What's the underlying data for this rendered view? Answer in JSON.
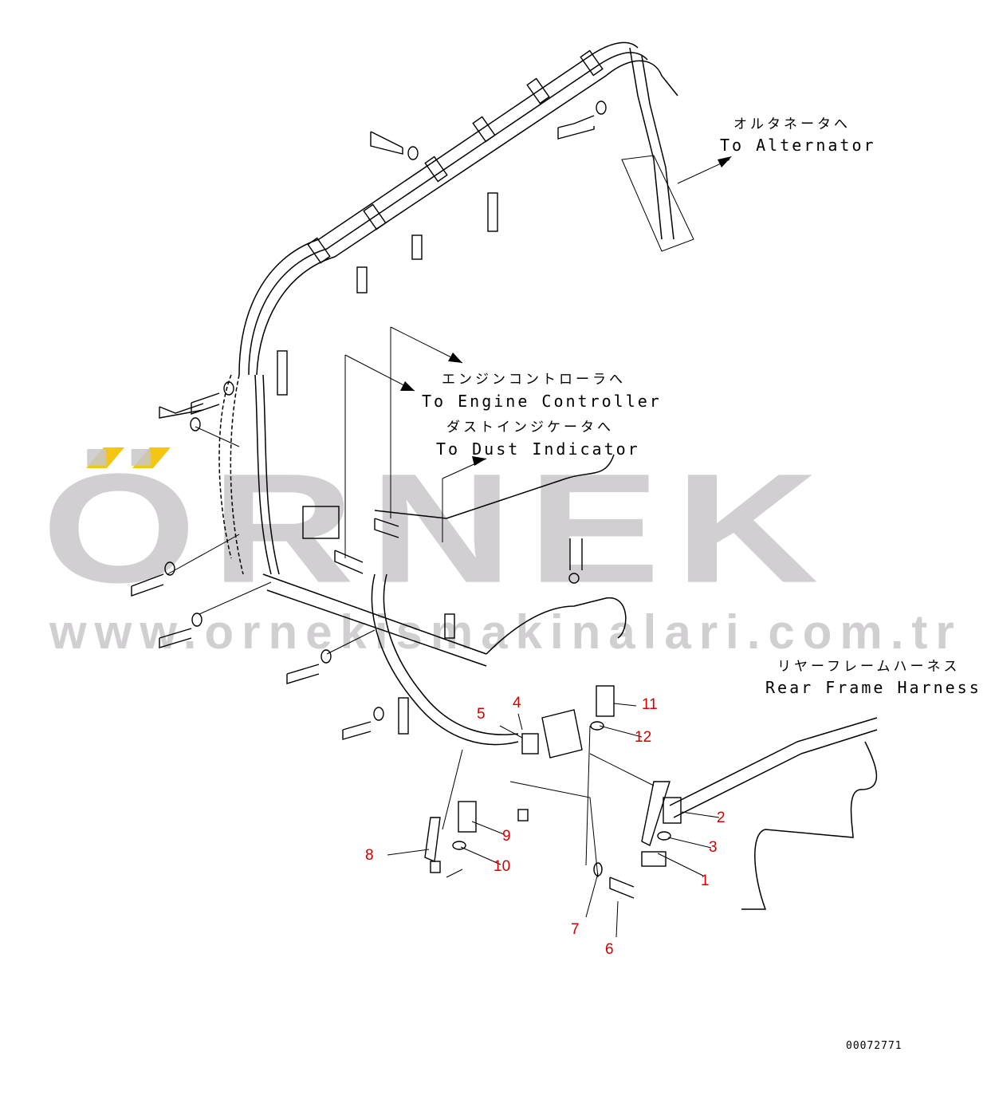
{
  "diagram": {
    "labels": {
      "alternator_jp": "オルタネータへ",
      "alternator_en": "To Alternator",
      "engine_controller_jp": "エンジンコントローラへ",
      "engine_controller_en": "To Engine Controller",
      "dust_indicator_jp": "ダストインジケータへ",
      "dust_indicator_en": "To Dust Indicator",
      "rear_frame_jp": "リヤーフレームハーネス",
      "rear_frame_en": "Rear Frame Harness"
    },
    "callouts": [
      "1",
      "2",
      "3",
      "4",
      "5",
      "6",
      "7",
      "8",
      "9",
      "10",
      "11",
      "12"
    ],
    "document_id": "00072771",
    "callout_color": "#d40000"
  },
  "watermark": {
    "brand": "ÖRNEK",
    "url": "www.ornekismakinalari.com.tr",
    "accent_color": "#f3c614"
  }
}
